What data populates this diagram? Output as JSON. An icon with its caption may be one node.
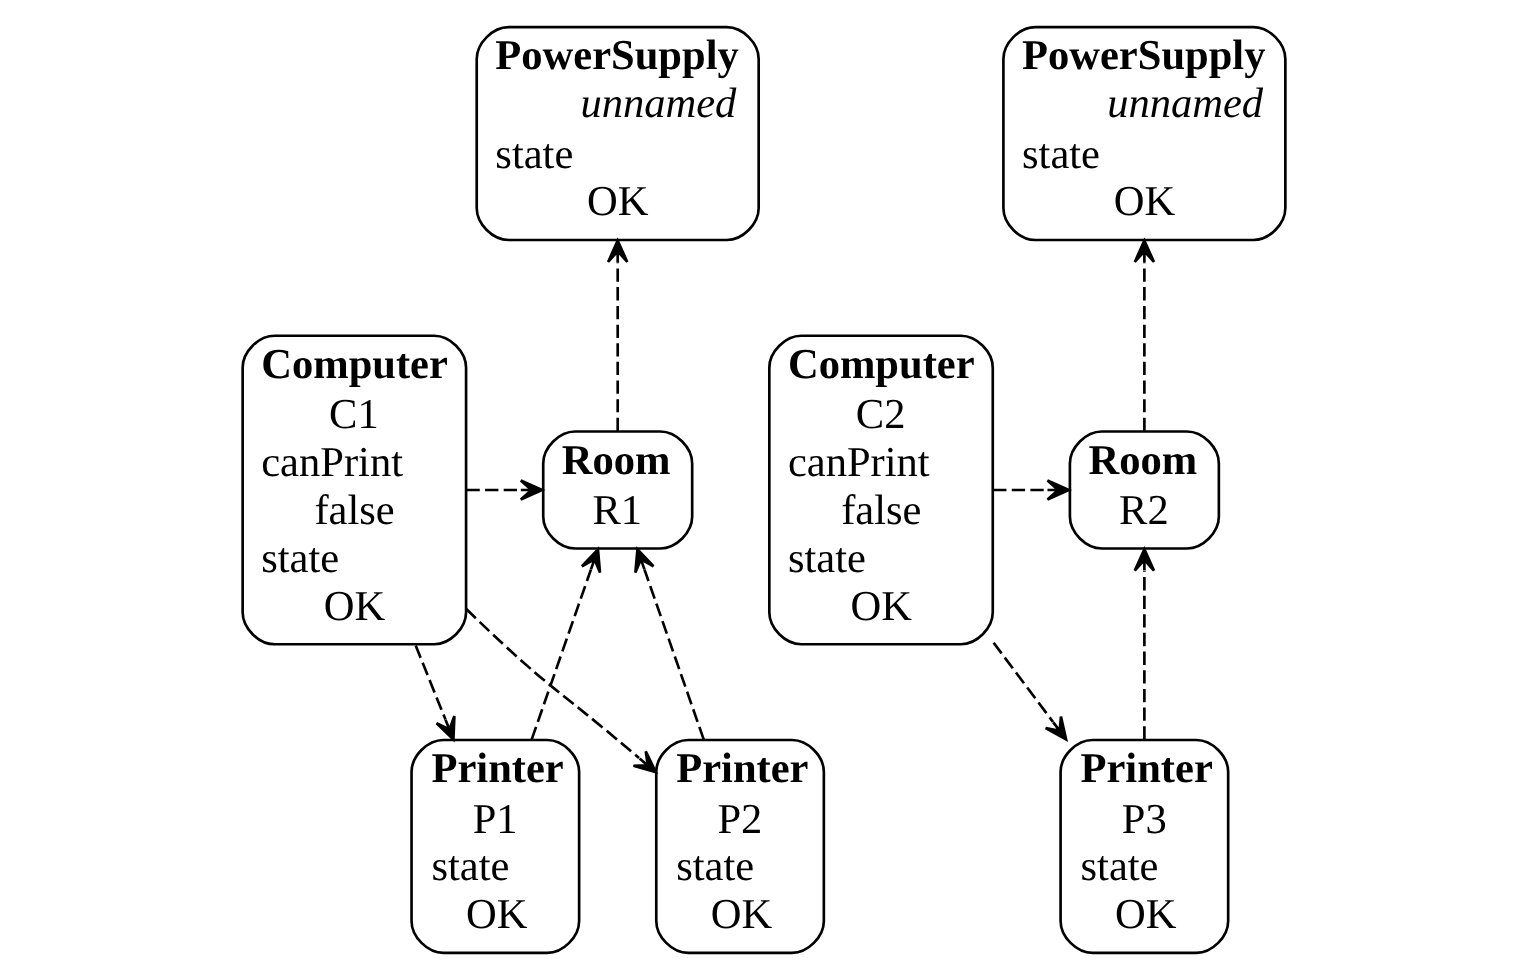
{
  "diagram": {
    "nodes": [
      {
        "text": [
          "PowerSupply",
          "unnamed",
          "state",
          "OK"
        ]
      },
      {
        "text": [
          "PowerSupply",
          "unnamed",
          "state",
          "OK"
        ]
      },
      {
        "text": [
          "Computer",
          "C1",
          "canPrint",
          "false",
          "state",
          "OK"
        ]
      },
      {
        "text": [
          "Room",
          "R1"
        ]
      },
      {
        "text": [
          "Room",
          "R2"
        ]
      },
      {
        "text": [
          "Computer",
          "C2",
          "canPrint",
          "false",
          "state",
          "OK"
        ]
      },
      {
        "text": [
          "Printer",
          "P1",
          "state",
          "OK"
        ]
      },
      {
        "text": [
          "Printer",
          "P2",
          "state",
          "OK"
        ]
      },
      {
        "text": [
          "Printer",
          "P3",
          "state",
          "OK"
        ]
      }
    ],
    "edges": [
      {
        "from": 3,
        "to": 0,
        "arrow": "to",
        "style": "dashed"
      },
      {
        "from": 4,
        "to": 1,
        "arrow": "to",
        "style": "dashed"
      },
      {
        "from": 2,
        "to": 3,
        "arrow": "to",
        "style": "dashed"
      },
      {
        "from": 5,
        "to": 4,
        "arrow": "to",
        "style": "dashed"
      },
      {
        "from": 6,
        "to": 3,
        "arrow": "to",
        "style": "dashed"
      },
      {
        "from": 7,
        "to": 3,
        "arrow": "to",
        "style": "dashed"
      },
      {
        "from": 8,
        "to": 4,
        "arrow": "to",
        "style": "dashed"
      },
      {
        "from": 2,
        "to": 6,
        "arrow": "to",
        "style": "dashed"
      },
      {
        "from": 2,
        "to": 7,
        "arrow": "to",
        "style": "dashed"
      },
      {
        "from": 5,
        "to": 8,
        "arrow": "to",
        "style": "dashed"
      }
    ]
  }
}
